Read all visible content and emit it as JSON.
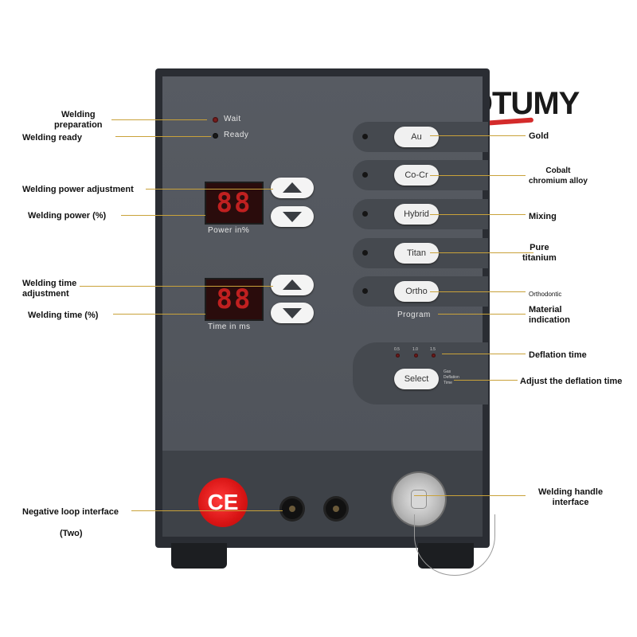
{
  "brand": {
    "logo_text": "KOTUMY",
    "accent": "#d42b2b"
  },
  "panel": {
    "indicator_wait": "Wait",
    "indicator_ready": "Ready",
    "power_display": "88",
    "power_unit": "Power  in%",
    "time_display": "88",
    "time_unit": "Time  in  ms",
    "materials": [
      "Au",
      "Co-Cr",
      "Hybrid",
      "Titan",
      "Ortho"
    ],
    "program_label": "Program",
    "deflation_scale": [
      "0.5",
      "1.0",
      "1.5"
    ],
    "select_label": "Select",
    "gas_label": [
      "Gas",
      "Deflation",
      "Time"
    ],
    "ce_mark": "CE"
  },
  "labels": {
    "welding_preparation": "Welding\npreparation",
    "welding_ready": "Welding ready",
    "power_adjustment": "Welding power adjustment",
    "power_percent": "Welding power (%)",
    "time_adjustment": "Welding time\nadjustment",
    "time_percent": "Welding time (%)",
    "negative_loop": "Negative loop interface",
    "two": "(Two)",
    "gold": "Gold",
    "cobalt": "Cobalt\nchromium alloy",
    "mixing": "Mixing",
    "pure_titanium": "Pure\ntitanium",
    "orthodontic": "Orthodontic",
    "material_indication": "Material\nindication",
    "deflation_time": "Deflation time",
    "adjust_deflation": "Adjust the deflation time",
    "handle_interface": "Welding handle\ninterface"
  }
}
